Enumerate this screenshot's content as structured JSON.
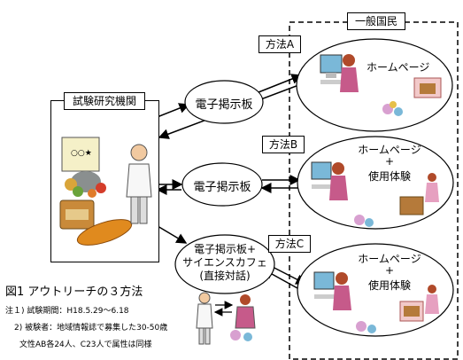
{
  "labels": {
    "institution": "試験研究機関",
    "public": "一般国民",
    "method_a": "方法A",
    "method_b": "方法B",
    "method_c": "方法C",
    "bbs_a": "電子掲示板",
    "bbs_b": "電子掲示板",
    "bbs_c_line1": "電子掲示板+",
    "bbs_c_line2": "サイエンスカフェ",
    "bbs_c_line3": "(直接対話)",
    "home_a": "ホームページ",
    "home_b_line1": "ホームページ",
    "home_b_plus": "+",
    "home_b_line2": "使用体験",
    "home_c_line1": "ホームページ",
    "home_c_plus": "+",
    "home_c_line2": "使用体験",
    "box_label": "○○★"
  },
  "caption": {
    "title": "図1  アウトリーチの３方法",
    "note1": "注１) 試験期間：H18.5.29～6.18",
    "note2": "2) 被験者：地域情報誌で募集した30-50歳",
    "note3": "文性AB各24人、C23人で属性は同様"
  },
  "icons": [
    "researcher-icon",
    "produce-icon",
    "bag-icon",
    "bread-icon",
    "computer-user-icon",
    "product-icon",
    "child-icon"
  ]
}
